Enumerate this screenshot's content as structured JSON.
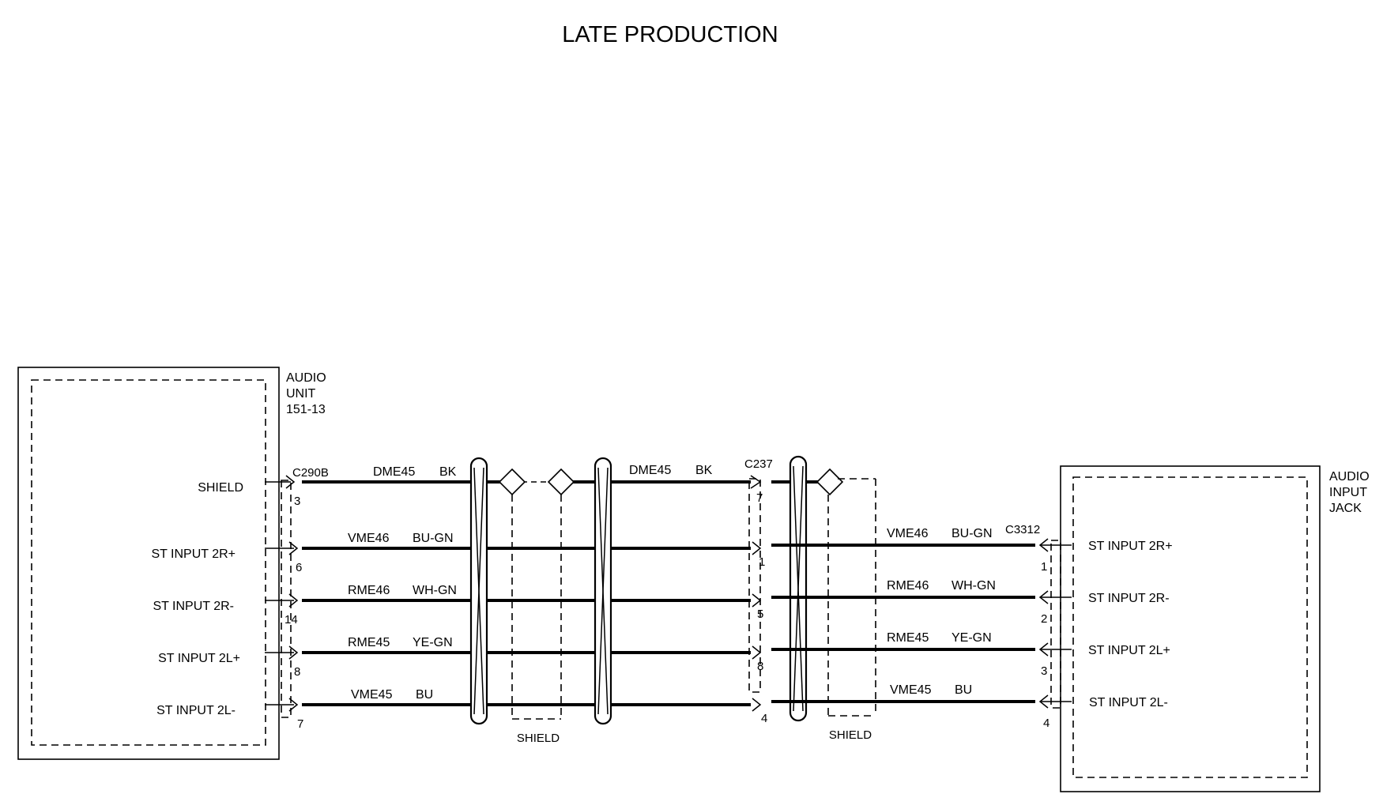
{
  "title": "LATE PRODUCTION",
  "components": {
    "audio_unit": {
      "name_lines": [
        "AUDIO",
        "UNIT",
        "151-13"
      ]
    },
    "audio_input_jack": {
      "name_lines": [
        "AUDIO",
        "INPUT",
        "JACK"
      ]
    }
  },
  "connectors": {
    "c290b": "C290B",
    "c237": "C237",
    "c3312": "C3312"
  },
  "shield_labels": [
    "SHIELD",
    "SHIELD"
  ],
  "left_pins": [
    {
      "label": "SHIELD",
      "pin": "3"
    },
    {
      "label": "ST INPUT 2R+",
      "pin": "6"
    },
    {
      "label": "ST INPUT 2R-",
      "pin": "14"
    },
    {
      "label": "ST INPUT 2L+",
      "pin": "8"
    },
    {
      "label": "ST INPUT 2L-",
      "pin": "7"
    }
  ],
  "mid_wires": [
    {
      "circuit": "DME45",
      "color": "BK"
    },
    {
      "circuit": "VME46",
      "color": "BU-GN"
    },
    {
      "circuit": "RME46",
      "color": "WH-GN"
    },
    {
      "circuit": "RME45",
      "color": "YE-GN"
    },
    {
      "circuit": "VME45",
      "color": "BU"
    }
  ],
  "shield_segment": {
    "circuit": "DME45",
    "color": "BK"
  },
  "c237_pins": [
    "7",
    "1",
    "5",
    "8",
    "4"
  ],
  "right_wires": [
    {
      "circuit": "VME46",
      "color": "BU-GN"
    },
    {
      "circuit": "RME46",
      "color": "WH-GN"
    },
    {
      "circuit": "RME45",
      "color": "YE-GN"
    },
    {
      "circuit": "VME45",
      "color": "BU"
    }
  ],
  "right_pins": [
    {
      "label": "ST INPUT 2R+",
      "pin": "1"
    },
    {
      "label": "ST INPUT 2R-",
      "pin": "2"
    },
    {
      "label": "ST INPUT 2L+",
      "pin": "3"
    },
    {
      "label": "ST INPUT 2L-",
      "pin": "4"
    }
  ]
}
